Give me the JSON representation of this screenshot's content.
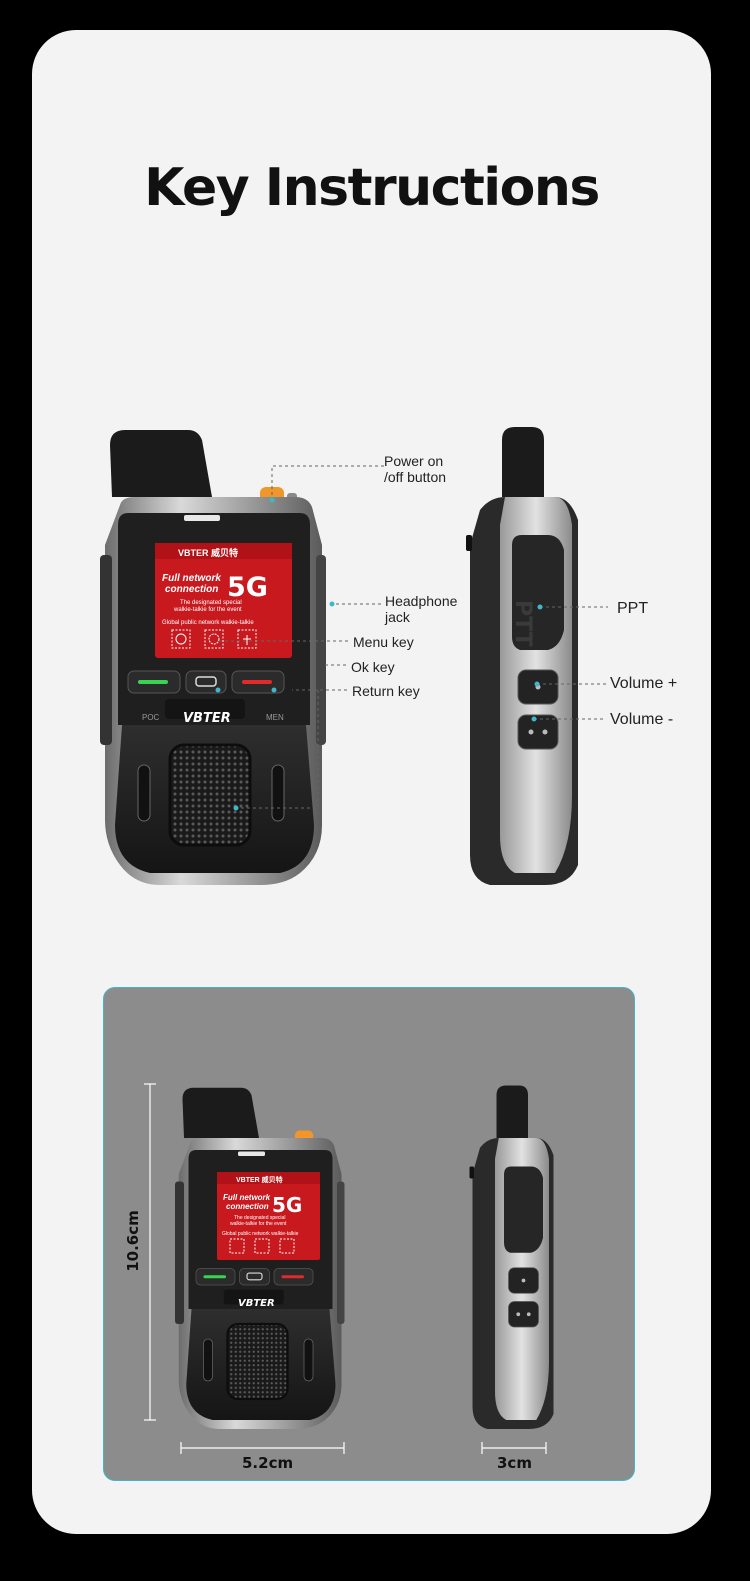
{
  "page": {
    "title": "Key Instructions"
  },
  "device": {
    "brand_logo": "VBTER",
    "brand_cn": "威贝特",
    "screen_line1": "Full network",
    "screen_line2": "connection",
    "screen_big": "5G",
    "screen_sub1": "The designated special",
    "screen_sub2": "walkie-talkie for the event",
    "screen_footer": "Global public network walkie-talkie",
    "side_key_label": "PTT",
    "left_key_label": "POC",
    "right_key_label": "MEN"
  },
  "callouts": {
    "power": "Power on\n/off button",
    "headphone": "Headphone\njack",
    "menu": "Menu key",
    "ok": "Ok key",
    "return": "Return key",
    "ppt": "PPT",
    "vol_up": "Volume +",
    "vol_down": "Volume -"
  },
  "dimensions": {
    "height": "10.6cm",
    "width": "5.2cm",
    "depth": "3cm"
  },
  "colors": {
    "accent_cyan": "#3fb6c9",
    "screen_red": "#c8191f",
    "key_green": "#39d353",
    "key_red": "#e12a2a",
    "knob_orange": "#f0962b"
  }
}
